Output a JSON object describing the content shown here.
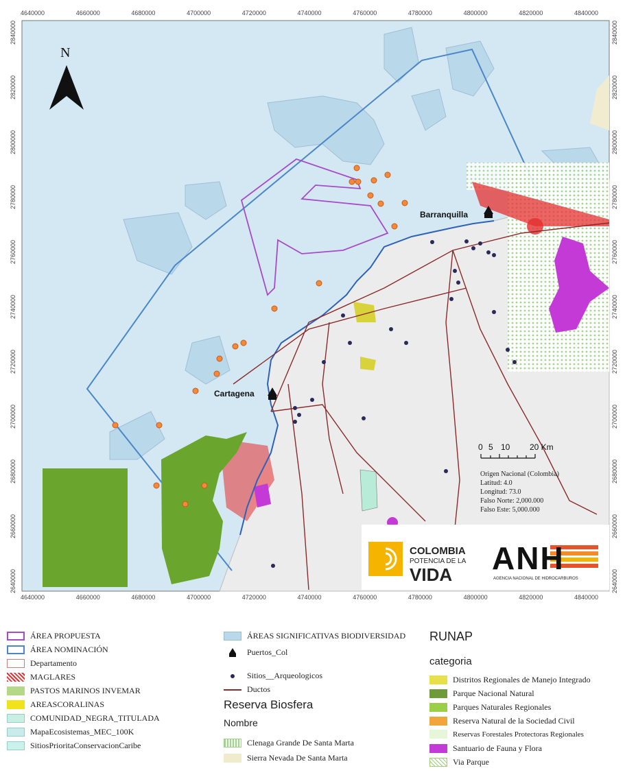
{
  "map": {
    "north_label": "N",
    "x_ticks": [
      "4640000",
      "4660000",
      "4680000",
      "4700000",
      "4720000",
      "4740000",
      "4760000",
      "4780000",
      "4800000",
      "4820000",
      "4840000"
    ],
    "y_ticks": [
      "2840000",
      "2820000",
      "2800000",
      "2780000",
      "2760000",
      "2740000",
      "2720000",
      "2700000",
      "2680000",
      "2660000",
      "2640000"
    ],
    "cities": {
      "barranquilla": "Barranquilla",
      "cartagena": "Cartagena"
    },
    "scale": {
      "zero": "0",
      "five": "5",
      "ten": "10",
      "twenty": "20 Km"
    },
    "projection": [
      "Origen Nacional (Colombia)",
      "Latitud: 4.0",
      "Longitud: 73.0",
      "Falso Norte: 2,000.000",
      "Falso Este: 5,000.000"
    ],
    "logos": {
      "colombia_line1": "COLOMBIA",
      "colombia_line2": "POTENCIA DE LA",
      "colombia_line3": "VIDA",
      "anh": "ANH",
      "anh_sub": "AGENCIA NACIONAL DE HIDROCARBUROS"
    },
    "colors": {
      "sea": "#cfe6f3",
      "land": "#ececec",
      "proposed": "#a64ac9",
      "nomination": "#4a86c8",
      "biodiv": "#b7d7e8",
      "green": "#6aa62e",
      "magenta": "#c43ad6",
      "mangrove": "#e53030",
      "road": "#8a2a2a"
    }
  },
  "legend": {
    "col1": [
      {
        "label": "ÁREA PROPUESTA",
        "swatch": "proposed"
      },
      {
        "label": "ÁREA NOMINACIÓN",
        "swatch": "nomination"
      },
      {
        "label": "Departamento",
        "swatch": "departamento"
      },
      {
        "label": "MAGLARES",
        "swatch": "maglares"
      },
      {
        "label": "PASTOS MARINOS INVEMAR",
        "swatch": "pastos"
      },
      {
        "label": "AREASCORALINAS",
        "swatch": "corales"
      },
      {
        "label": "COMUNIDAD_NEGRA_TITULADA",
        "swatch": "comunidad"
      },
      {
        "label": "MapaEcosistemas_MEC_100K",
        "swatch": "ecosistemas"
      },
      {
        "label": "SitiosPrioritaConservacionCaribe",
        "swatch": "sitios"
      }
    ],
    "col2": {
      "biodiv": "ÁREAS SIGNIFICATIVAS BIODIVERSIDAD",
      "puertos": "Puertos_Col",
      "sitios": "Sitios__Arqueologicos",
      "ductos": "Ductos",
      "reserva_title": "Reserva Biosfera",
      "nombre": "Nombre",
      "cienaga": "Clenaga Grande De Santa Marta",
      "sierra": "Sierra Nevada De Santa Marta"
    },
    "col3": {
      "title": "RUNAP",
      "subtitle": "categoria",
      "items": [
        {
          "label": "Distritos Regionales de Manejo Integrado",
          "color": "#e8e04a"
        },
        {
          "label": "Parque Nacional Natural",
          "color": "#6f9a3a"
        },
        {
          "label": "Parques Naturales Regionales",
          "color": "#9ad048"
        },
        {
          "label": "Reserva Natural de la Sociedad Civil",
          "color": "#f0a63a"
        },
        {
          "label": "Reservas Forestales Protectoras Regionales",
          "color": "#e7f5d8"
        },
        {
          "label": "Santuario de Fauna y Flora",
          "color": "#c43ad6"
        },
        {
          "label": "Via Parque",
          "color": "#ffffff"
        }
      ]
    }
  }
}
